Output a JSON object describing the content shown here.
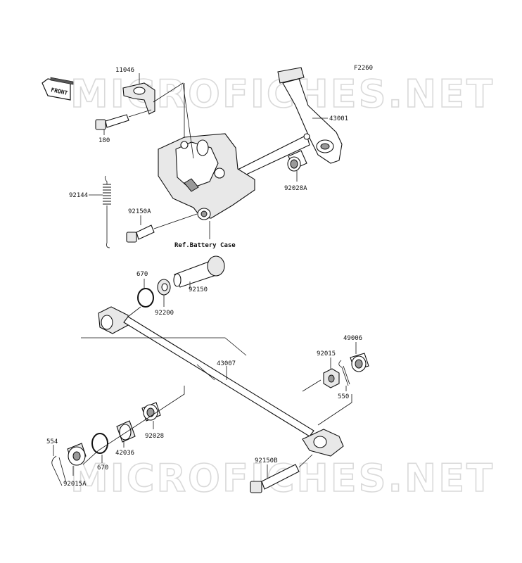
{
  "figure": {
    "code": "F2260",
    "front_label": "FRONT",
    "watermark": "MICROFICHES.NET",
    "reference_note": "Ref.Battery Case"
  },
  "parts": [
    {
      "id": "p11046",
      "number": "11046"
    },
    {
      "id": "p180",
      "number": "180"
    },
    {
      "id": "p43001",
      "number": "43001"
    },
    {
      "id": "p92028A",
      "number": "92028A"
    },
    {
      "id": "p92144",
      "number": "92144"
    },
    {
      "id": "p92150A",
      "number": "92150A"
    },
    {
      "id": "p670a",
      "number": "670"
    },
    {
      "id": "p92200",
      "number": "92200"
    },
    {
      "id": "p92150",
      "number": "92150"
    },
    {
      "id": "p43007",
      "number": "43007"
    },
    {
      "id": "p49006",
      "number": "49006"
    },
    {
      "id": "p92015",
      "number": "92015"
    },
    {
      "id": "p550",
      "number": "550"
    },
    {
      "id": "p554",
      "number": "554"
    },
    {
      "id": "p42036",
      "number": "42036"
    },
    {
      "id": "p92028",
      "number": "92028"
    },
    {
      "id": "p670b",
      "number": "670"
    },
    {
      "id": "p92015A",
      "number": "92015A"
    },
    {
      "id": "p92150B",
      "number": "92150B"
    }
  ]
}
